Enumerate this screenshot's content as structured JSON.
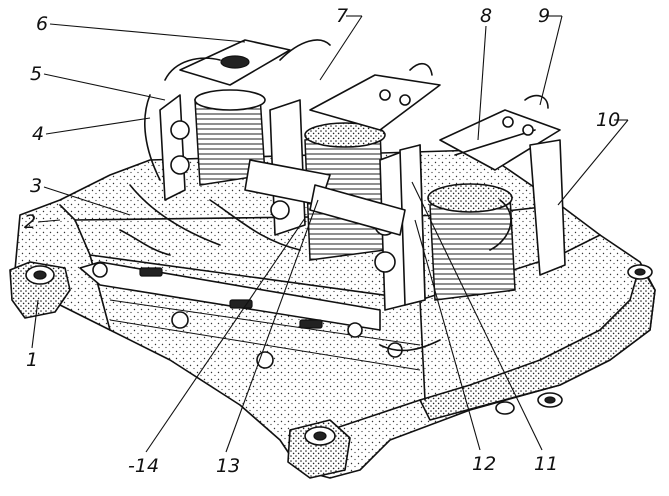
{
  "callouts": [
    {
      "id": "1",
      "text": "1"
    },
    {
      "id": "2",
      "text": "2"
    },
    {
      "id": "3",
      "text": "3"
    },
    {
      "id": "4",
      "text": "4"
    },
    {
      "id": "5",
      "text": "5"
    },
    {
      "id": "6",
      "text": "6"
    },
    {
      "id": "7",
      "text": "7"
    },
    {
      "id": "8",
      "text": "8"
    },
    {
      "id": "9",
      "text": "9"
    },
    {
      "id": "10",
      "text": "10"
    },
    {
      "id": "11",
      "text": "11"
    },
    {
      "id": "12",
      "text": "12"
    },
    {
      "id": "13",
      "text": "13"
    },
    {
      "id": "14",
      "text": "-14"
    }
  ]
}
